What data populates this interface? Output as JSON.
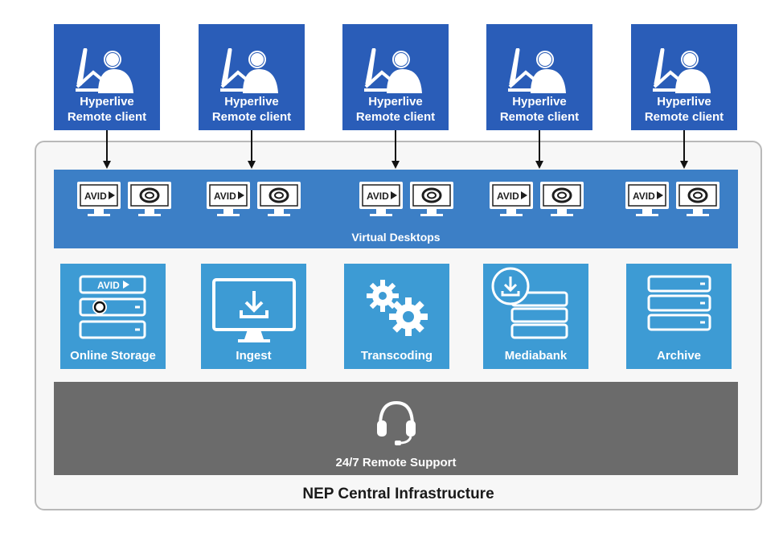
{
  "clients": [
    {
      "line1": "Hyperlive",
      "line2": "Remote client"
    },
    {
      "line1": "Hyperlive",
      "line2": "Remote client"
    },
    {
      "line1": "Hyperlive",
      "line2": "Remote client"
    },
    {
      "line1": "Hyperlive",
      "line2": "Remote client"
    },
    {
      "line1": "Hyperlive",
      "line2": "Remote client"
    }
  ],
  "virtual_desktops": {
    "label": "Virtual Desktops",
    "avid_text": "AVID"
  },
  "services": [
    {
      "label": "Online Storage",
      "icon": "server-stack-avid-cc-icon"
    },
    {
      "label": "Ingest",
      "icon": "monitor-download-icon"
    },
    {
      "label": "Transcoding",
      "icon": "gears-icon"
    },
    {
      "label": "Mediabank",
      "icon": "server-download-icon"
    },
    {
      "label": "Archive",
      "icon": "server-stack-icon"
    }
  ],
  "support": {
    "label": "24/7 Remote Support",
    "icon": "headset-icon"
  },
  "infrastructure": {
    "label": "NEP Central Infrastructure"
  },
  "colors": {
    "client_blue": "#2a5db8",
    "desktop_blue": "#3c7fc6",
    "service_blue": "#3d9bd4",
    "support_gray": "#6b6b6b",
    "border_gray": "#b9b9b9"
  }
}
